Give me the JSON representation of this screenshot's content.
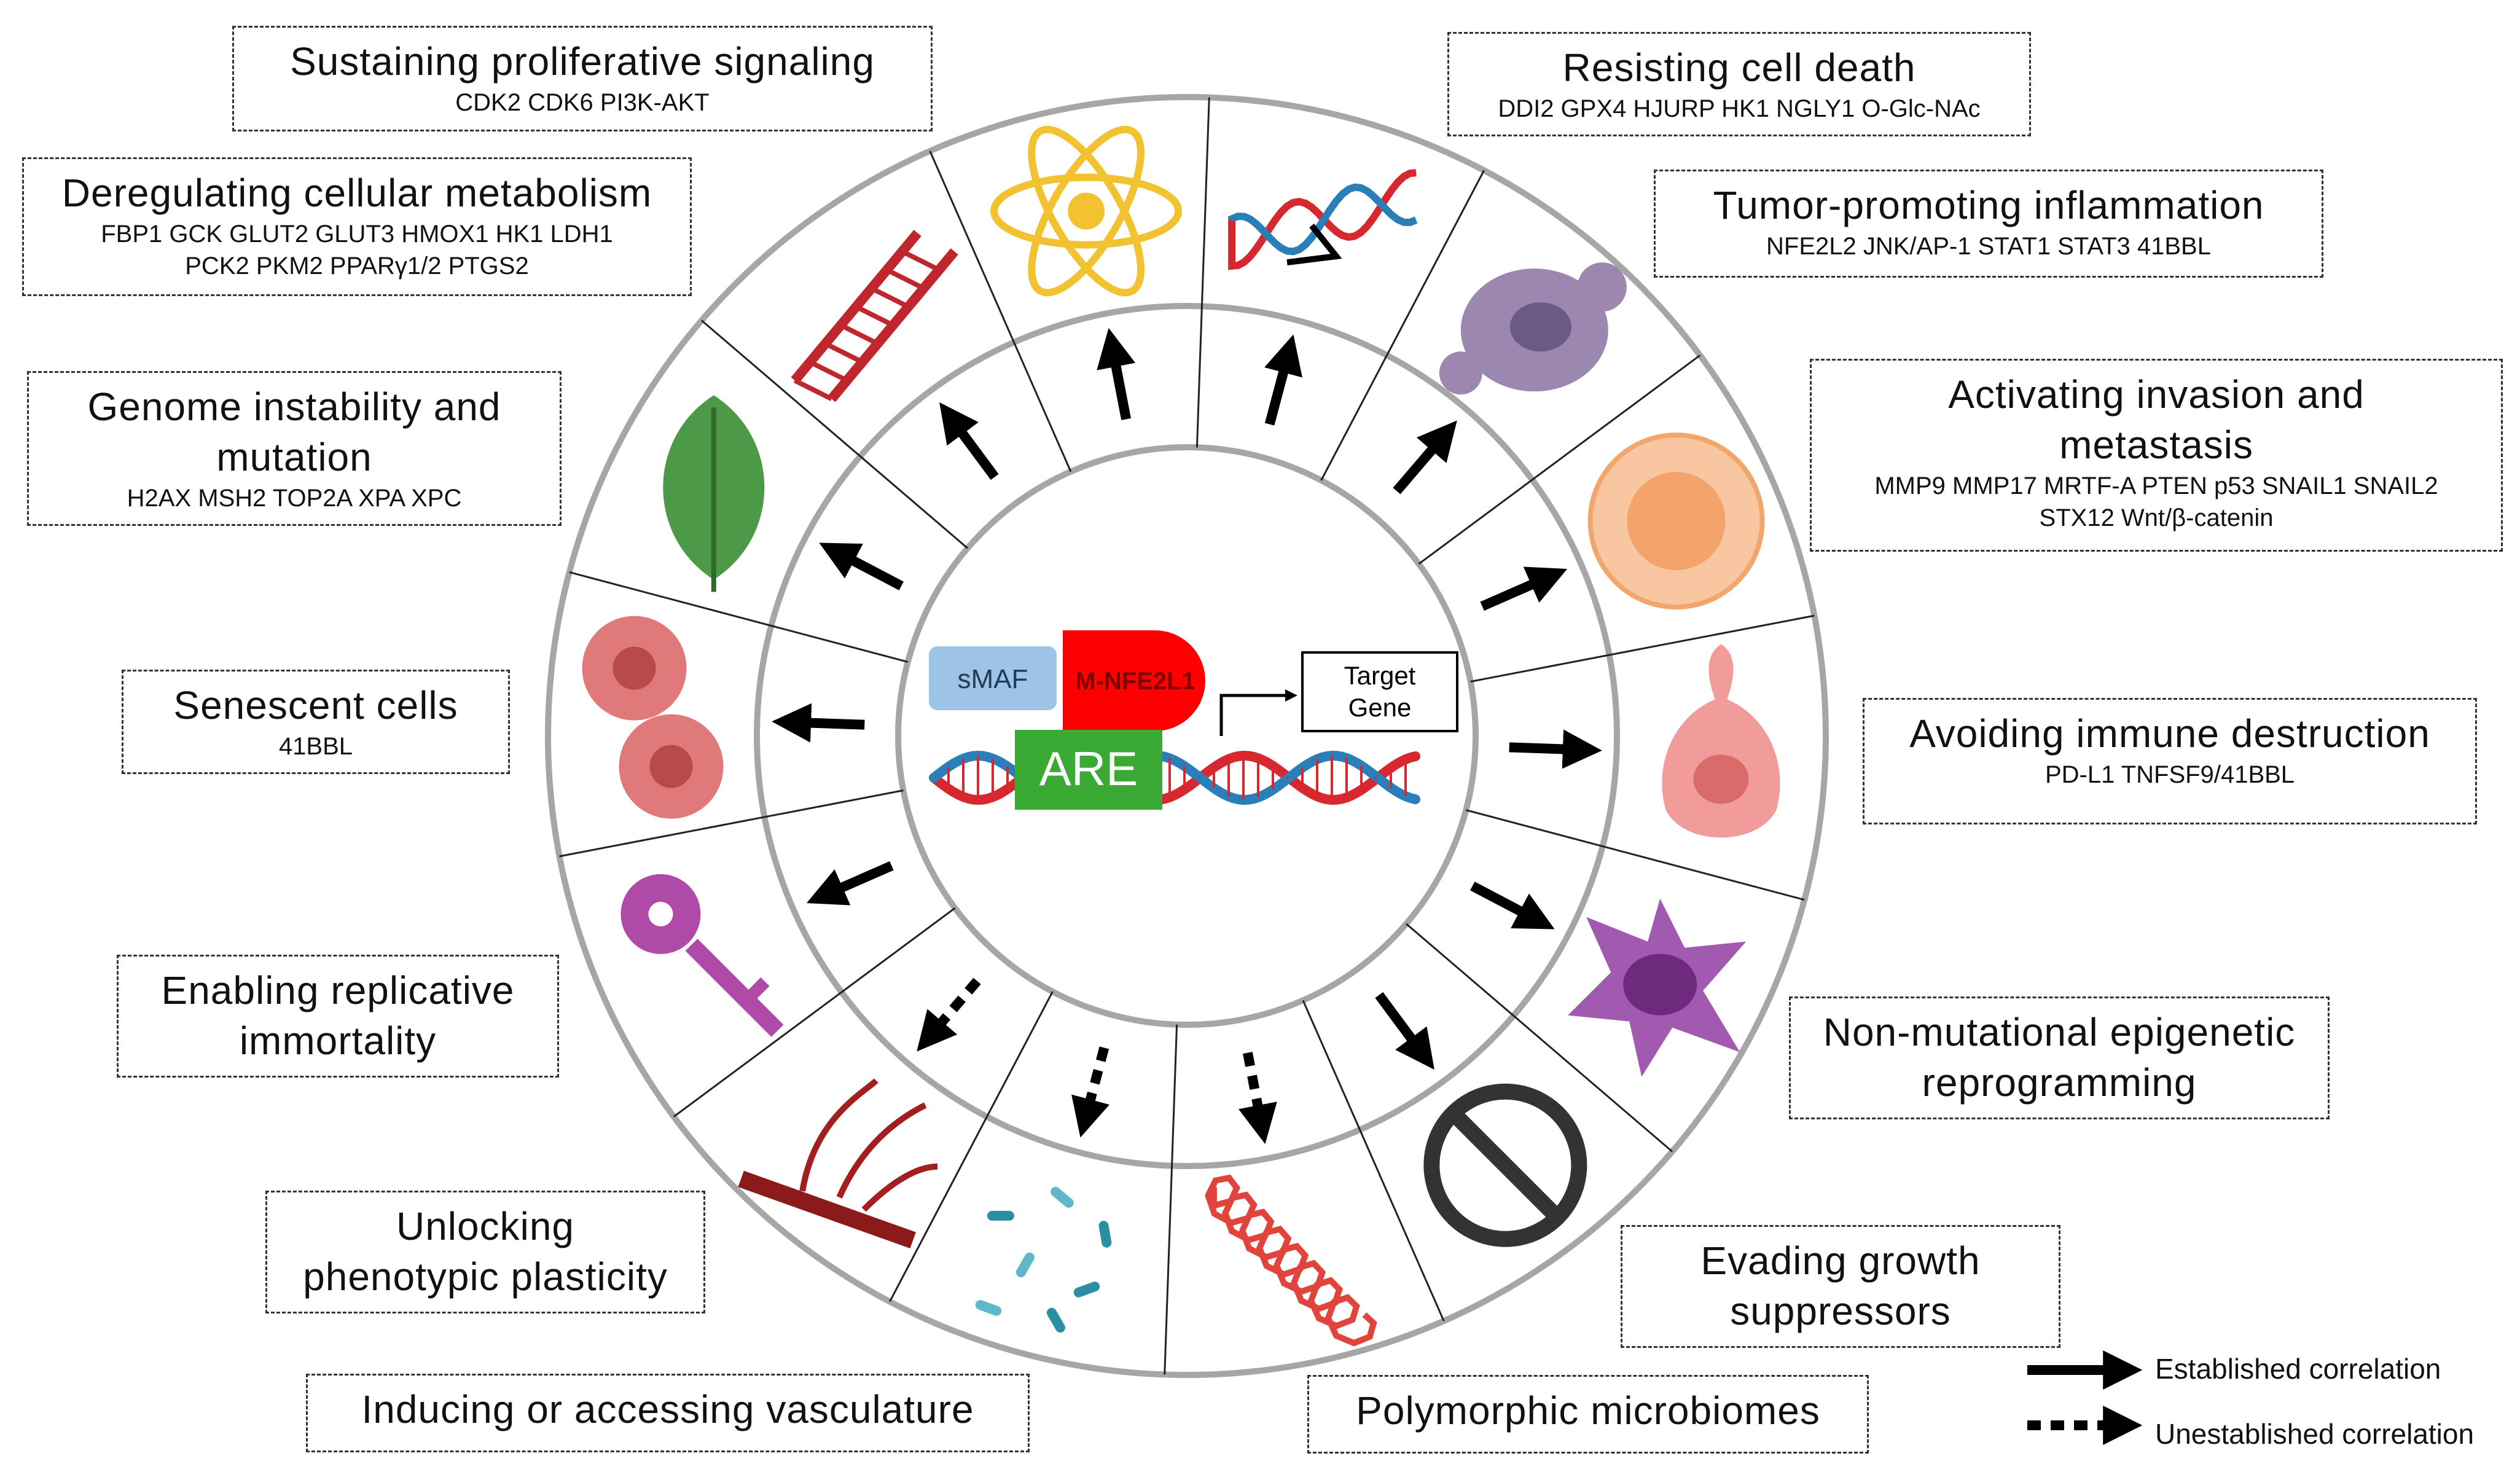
{
  "hallmarks": [
    {
      "id": "proliferative",
      "title": [
        "Sustaining proliferative signaling"
      ],
      "genes": [
        "CDK2 CDK6 PI3K-AKT"
      ],
      "icon": "dna-icon",
      "arrow": "solid"
    },
    {
      "id": "cell-death",
      "title": [
        "Resisting cell death"
      ],
      "genes": [
        "DDI2 GPX4 HJURP HK1 NGLY1 O-Glc-NAc"
      ],
      "icon": "apoptotic-cell-icon",
      "arrow": "solid"
    },
    {
      "id": "inflammation",
      "title": [
        "Tumor-promoting inflammation"
      ],
      "genes": [
        "NFE2L2 JNK/AP-1 STAT1 STAT3 41BBL"
      ],
      "icon": "inflamed-cell-icon",
      "arrow": "solid"
    },
    {
      "id": "invasion",
      "title": [
        "Activating invasion and",
        "metastasis"
      ],
      "genes": [
        "MMP9 MMP17 MRTF-A PTEN p53 SNAIL1 SNAIL2",
        "STX12 Wnt/β-catenin"
      ],
      "icon": "metastatic-cell-icon",
      "arrow": "solid"
    },
    {
      "id": "immune",
      "title": [
        "Avoiding immune destruction"
      ],
      "genes": [
        "PD-L1 TNFSF9/41BBL"
      ],
      "icon": "immune-cell-icon",
      "arrow": "solid"
    },
    {
      "id": "epigenetic",
      "title": [
        "Non-mutational epigenetic",
        "reprogramming"
      ],
      "genes": [],
      "icon": "prohibited-icon",
      "arrow": "solid"
    },
    {
      "id": "growth-suppressors",
      "title": [
        "Evading growth",
        "suppressors"
      ],
      "genes": [],
      "icon": "chromatin-icon",
      "arrow": "dashed"
    },
    {
      "id": "microbiomes",
      "title": [
        "Polymorphic microbiomes"
      ],
      "genes": [],
      "icon": "bacteria-icon",
      "arrow": "dashed"
    },
    {
      "id": "vasculature",
      "title": [
        "Inducing or accessing vasculature"
      ],
      "genes": [],
      "icon": "blood-vessel-icon",
      "arrow": "dashed"
    },
    {
      "id": "plasticity",
      "title": [
        "Unlocking",
        "phenotypic plasticity"
      ],
      "genes": [],
      "icon": "key-icon",
      "arrow": "solid"
    },
    {
      "id": "immortality",
      "title": [
        "Enabling replicative",
        "immortality"
      ],
      "genes": [],
      "icon": "dividing-cell-icon",
      "arrow": "solid"
    },
    {
      "id": "senescent",
      "title": [
        "Senescent cells"
      ],
      "genes": [
        "41BBL"
      ],
      "icon": "leaf-icon",
      "arrow": "solid"
    },
    {
      "id": "genome",
      "title": [
        "Genome instability and",
        "mutation"
      ],
      "genes": [
        "H2AX MSH2 TOP2A XPA XPC"
      ],
      "icon": "broken-dna-icon",
      "arrow": "solid"
    },
    {
      "id": "metabolism",
      "title": [
        "Deregulating cellular metabolism"
      ],
      "genes": [
        "FBP1 GCK GLUT2 GLUT3 HMOX1 HK1 LDH1",
        "PCK2 PKM2 PPARγ1/2 PTGS2"
      ],
      "icon": "atom-icon",
      "arrow": "solid"
    }
  ],
  "center": {
    "smaf": "sMAF",
    "nfe2l1": "M-NFE2L1",
    "are": "ARE",
    "target_gene": [
      "Target",
      "Gene"
    ]
  },
  "legend": {
    "established": "Established correlation",
    "unestablished": "Unestablished correlation"
  },
  "colors": {
    "ring": "#a6a6a6",
    "smaf": "#9dc3e6",
    "nfe2l1": "#ff0000",
    "nfe2l1_text": "#7f0000",
    "are": "#3aaa35",
    "dna_red": "#d7282f",
    "dna_blue": "#2a7fb8"
  }
}
